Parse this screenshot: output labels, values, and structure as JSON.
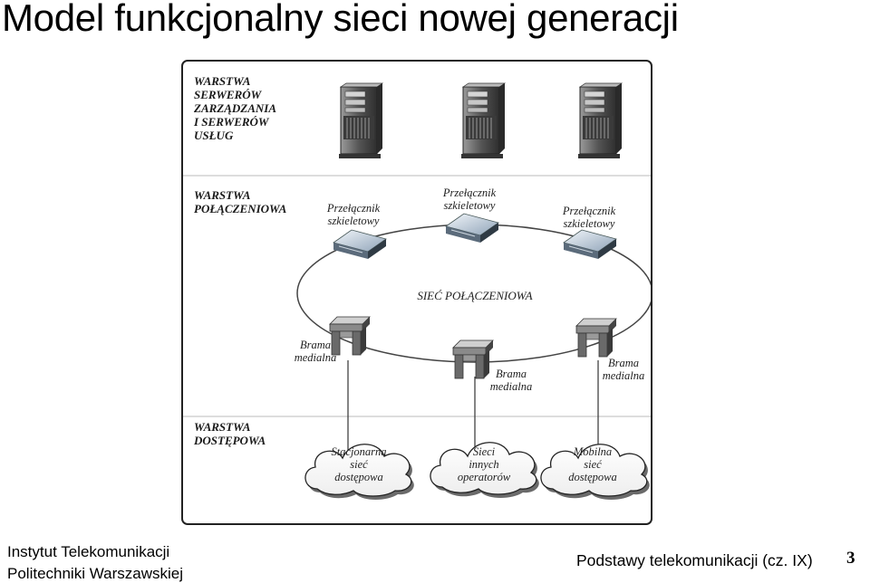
{
  "title": "Model funkcjonalny sieci nowej generacji",
  "layers": {
    "servers": "WARSTWA\nSERWERÓW\nZARZĄDZANIA\nI SERWERÓW\nUSŁUG",
    "connection": "WARSTWA\nPOŁĄCZENIOWA",
    "access": "WARSTWA\nDOSTĘPOWA"
  },
  "switches": [
    "Przełącznik\nszkieletowy",
    "Przełącznik\nszkieletowy",
    "Przełącznik\nszkieletowy"
  ],
  "ring_label": "SIEĆ POŁĄCZENIOWA",
  "gateways": [
    "Brama\nmedialna",
    "Brama\nmedialna",
    "Brama\nmedialna"
  ],
  "access_networks": [
    "Stacjonarna\nsieć\ndostępowa",
    "Sieci\ninnych\noperatorów",
    "Mobilna\nsieć\ndostępowa"
  ],
  "icons": {
    "server": "server-tower-icon",
    "switch": "backbone-switch-icon",
    "gateway": "media-gateway-icon",
    "cloud": "cloud-icon"
  },
  "footer": {
    "institute_line1": "Instytut Telekomunikacji",
    "institute_line2": "Politechniki Warszawskiej",
    "course": "Podstawy telekomunikacji (cz. IX)",
    "page": "3"
  }
}
